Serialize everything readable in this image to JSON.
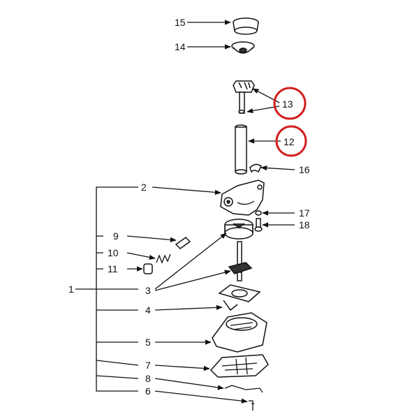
{
  "diagram": {
    "labels": {
      "l15": "15",
      "l14": "14",
      "l13": "13",
      "l12": "12",
      "l16": "16",
      "l2": "2",
      "l17": "17",
      "l18": "18",
      "l9": "9",
      "l10": "10",
      "l11": "11",
      "l1": "1",
      "l3": "3",
      "l4": "4",
      "l5": "5",
      "l7": "7",
      "l8": "8",
      "l6": "6"
    },
    "highlight_color": "#d21f1f",
    "line_color": "#111111"
  }
}
